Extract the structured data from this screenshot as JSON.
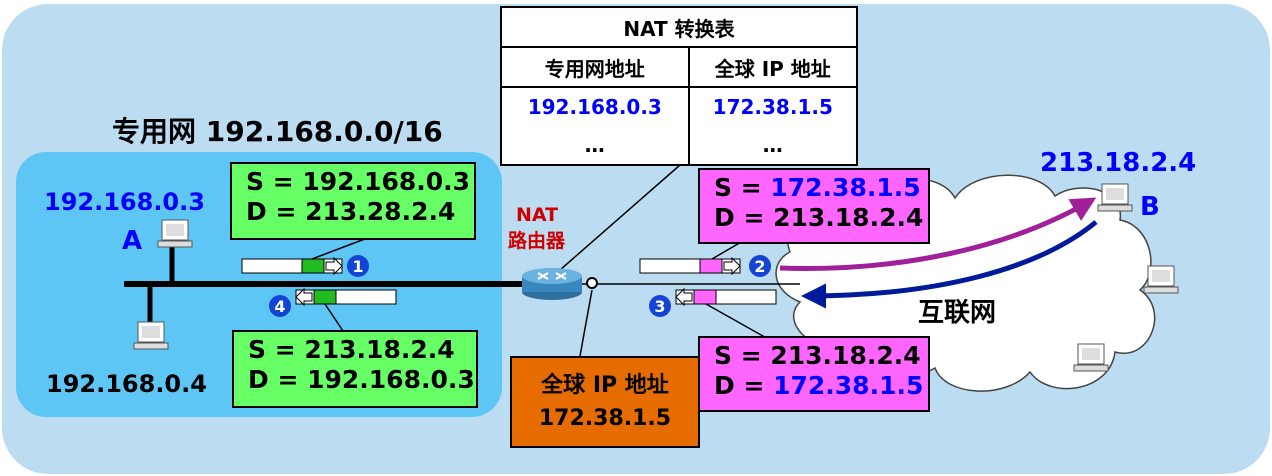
{
  "nat_table": {
    "title": "NAT 转换表",
    "col_private": "专用网地址",
    "col_global": "全球 IP 地址",
    "row1_private": "192.168.0.3",
    "row1_global": "172.38.1.5",
    "row2_private": "…",
    "row2_global": "…"
  },
  "private_net": {
    "title": "专用网 192.168.0.0/16",
    "host_a_ip": "192.168.0.3",
    "host_a_label": "A",
    "host2_ip": "192.168.0.4"
  },
  "router": {
    "line1": "NAT",
    "line2": "路由器"
  },
  "global_addr": {
    "line1": "全球 IP 地址",
    "line2": "172.38.1.5"
  },
  "packets": {
    "p1": {
      "s_prefix": "S = ",
      "s": "192.168.0.3",
      "d_prefix": "D = ",
      "d": "213.28.2.4"
    },
    "p2": {
      "s_prefix": "S = ",
      "s": "172.38.1.5",
      "d_prefix": "D = ",
      "d": "213.18.2.4"
    },
    "p3": {
      "s_prefix": "S = ",
      "s": "213.18.2.4",
      "d_prefix": "D = ",
      "d": "172.38.1.5"
    },
    "p4": {
      "s_prefix": "S = ",
      "s": "213.18.2.4",
      "d_prefix": "D = ",
      "d": "192.168.0.3"
    }
  },
  "steps": [
    "1",
    "2",
    "3",
    "4"
  ],
  "internet": {
    "label": "互联网",
    "host_b_ip": "213.18.2.4",
    "host_b_label": "B"
  },
  "colors": {
    "panel": "#bcdcf2",
    "private_net": "#5ec6f4",
    "green": "#66ff66",
    "magenta": "#ff66ff",
    "orange": "#e66c00",
    "blue_text": "#0000ff",
    "router_text": "#d00000",
    "arrow_purple": "#a0209a",
    "arrow_navy": "#001a99"
  }
}
